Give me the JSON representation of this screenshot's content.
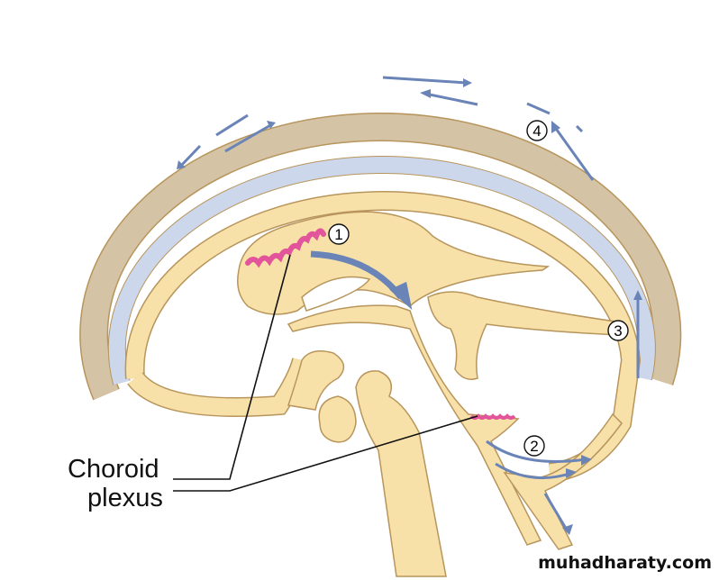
{
  "labels": {
    "choroid": "Choroid",
    "plexus": "plexus"
  },
  "markers": [
    "1",
    "2",
    "3",
    "4"
  ],
  "watermark": "muhadharaty.com",
  "colors": {
    "tissue": "#f8e1a9",
    "outline": "#b7955c",
    "csf_flow": "#6a84b7",
    "subarachnoid": "#cdd7ec",
    "skull": "#d5c3a5",
    "choroid": "#e2559a"
  }
}
